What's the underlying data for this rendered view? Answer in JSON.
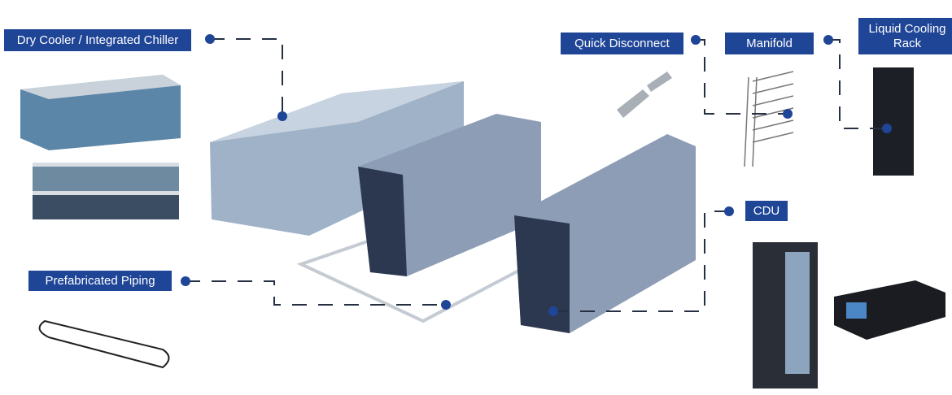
{
  "labels": {
    "dry_cooler": "Dry Cooler / Integrated Chiller",
    "quick_disconnect": "Quick Disconnect",
    "manifold": "Manifold",
    "liquid_cooling_rack_1": "Liquid Cooling",
    "liquid_cooling_rack_2": "Rack",
    "cdu": "CDU",
    "prefabricated_piping": "Prefabricated Piping"
  },
  "colors": {
    "label_bg": "#1f4597",
    "connector": "#263042",
    "dot": "#1f4597"
  }
}
